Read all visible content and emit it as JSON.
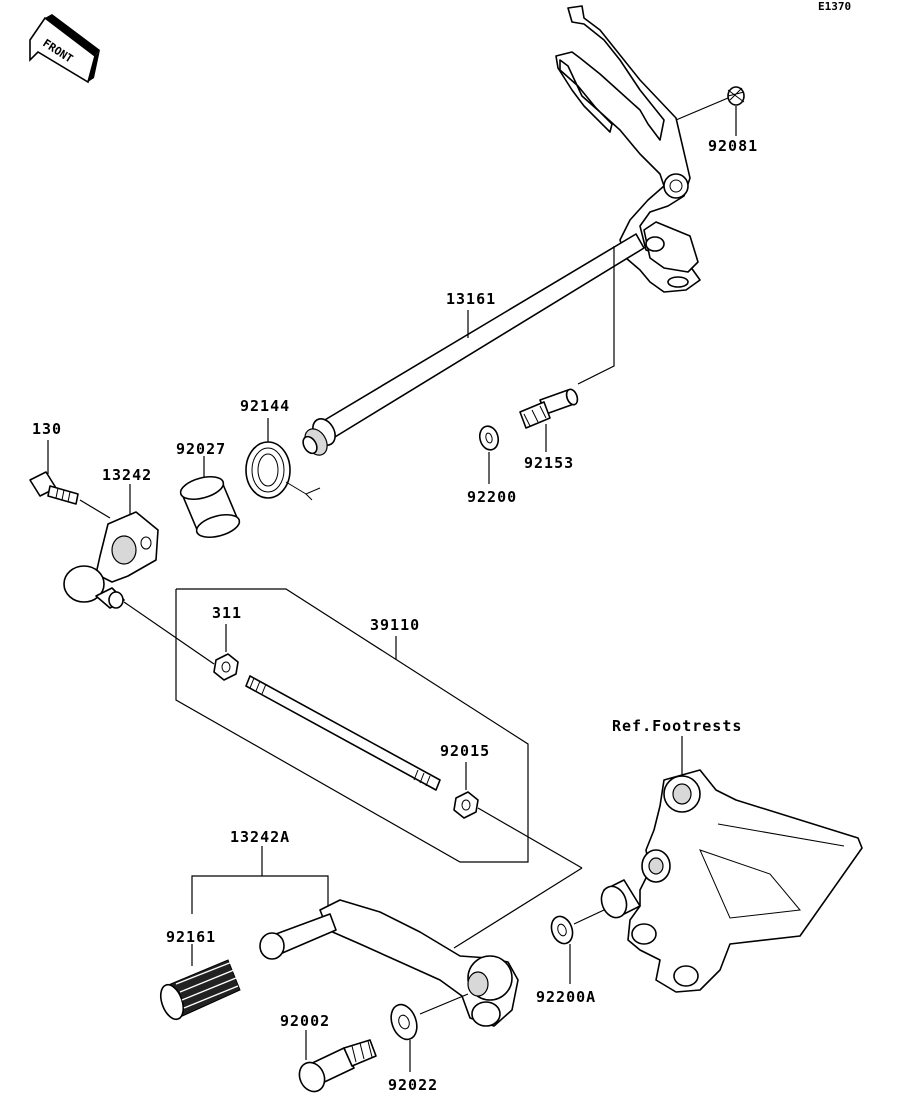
{
  "diagram_code": "E1370",
  "front_indicator": "FRONT",
  "reference_note": "Ref.Footrests",
  "part_labels": {
    "p92081": "92081",
    "p13161": "13161",
    "p92144": "92144",
    "p92027": "92027",
    "p130": "130",
    "p13242": "13242",
    "p92153": "92153",
    "p92200": "92200",
    "p311": "311",
    "p39110": "39110",
    "p92015": "92015",
    "p13242A": "13242A",
    "p92161": "92161",
    "p92200A": "92200A",
    "p92002": "92002",
    "p92022": "92022"
  }
}
